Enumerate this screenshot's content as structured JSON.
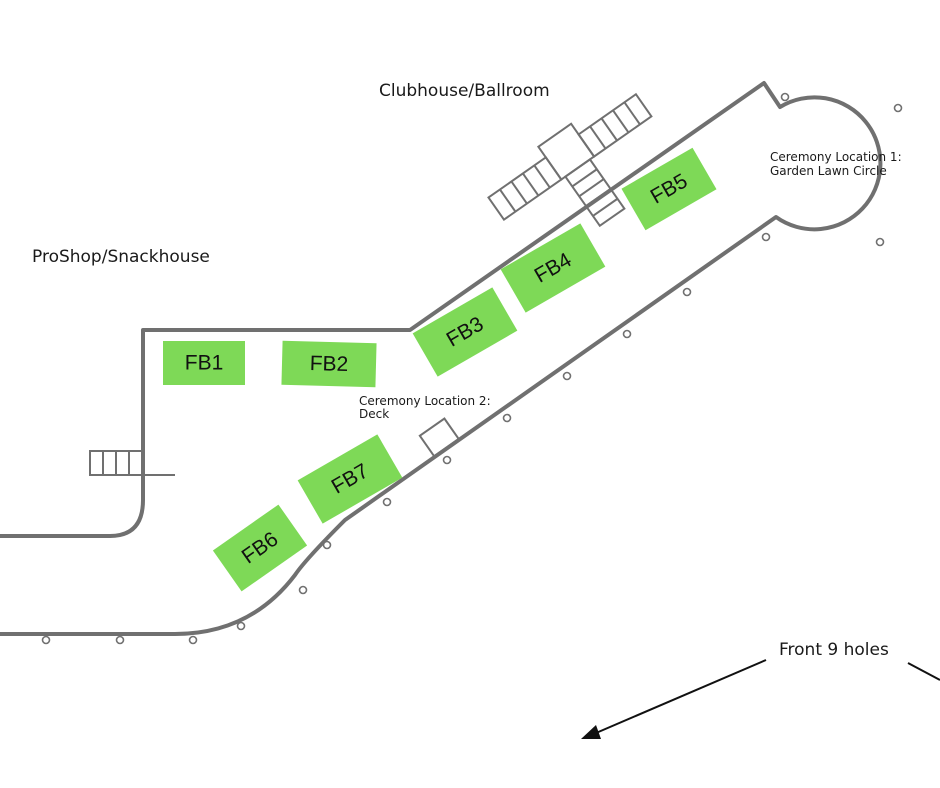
{
  "labels": {
    "clubhouse": "Clubhouse/Ballroom",
    "proshop": "ProShop/Snackhouse",
    "ceremony1_line1": "Ceremony Location 1:",
    "ceremony1_line2": "Garden Lawn Circle",
    "ceremony2_line1": "Ceremony Location 2:",
    "ceremony2_line2": "Deck",
    "front_nine": "Front 9 holes"
  },
  "stations": [
    {
      "id": "fb1",
      "label": "FB1"
    },
    {
      "id": "fb2",
      "label": "FB2"
    },
    {
      "id": "fb3",
      "label": "FB3"
    },
    {
      "id": "fb4",
      "label": "FB4"
    },
    {
      "id": "fb5",
      "label": "FB5"
    },
    {
      "id": "fb6",
      "label": "FB6"
    },
    {
      "id": "fb7",
      "label": "FB7"
    }
  ],
  "colors": {
    "station_fill": "#7ed957",
    "outline": "#707070"
  }
}
